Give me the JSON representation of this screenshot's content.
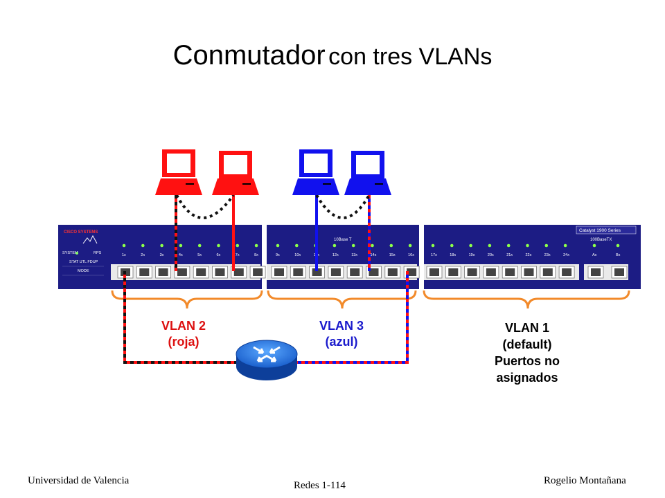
{
  "title": {
    "main": "Conmutador",
    "rest": "con tres VLANs"
  },
  "switch": {
    "brand": "CISCO SYSTEMS",
    "model": "Catalyst 1900 Series",
    "panel": {
      "system": "SYSTEM",
      "rps": "RPS",
      "stat": "STAT UTL FDUP",
      "mode": "MODE"
    },
    "group_labels": {
      "base10": "10Base T",
      "base100": "100BaseTX"
    },
    "port_labels": [
      "1x",
      "2x",
      "3x",
      "4x",
      "5x",
      "6x",
      "7x",
      "8x",
      "9x",
      "10x",
      "11x",
      "12x",
      "13x",
      "14x",
      "15x",
      "16x",
      "17x",
      "18x",
      "19x",
      "20x",
      "21x",
      "22x",
      "23x",
      "24x",
      "Ax",
      "Bx"
    ]
  },
  "vlans": [
    {
      "name": "VLAN 2",
      "desc": "(roja)",
      "color": "#dd1111"
    },
    {
      "name": "VLAN 3",
      "desc": "(azul)",
      "color": "#1a1acc"
    },
    {
      "name": "VLAN 1",
      "line2": "(default)",
      "line3": "Puertos no",
      "line4": "asignados",
      "color": "#000000"
    }
  ],
  "colors": {
    "red": "#ff1111",
    "blue": "#1111ee",
    "switch": "#1c1c84",
    "bracket": "#f28a2a",
    "router": "#1a6fd6"
  },
  "footer": {
    "left": "Universidad de Valencia",
    "center": "Redes 1-114",
    "right": "Rogelio Montañana"
  }
}
